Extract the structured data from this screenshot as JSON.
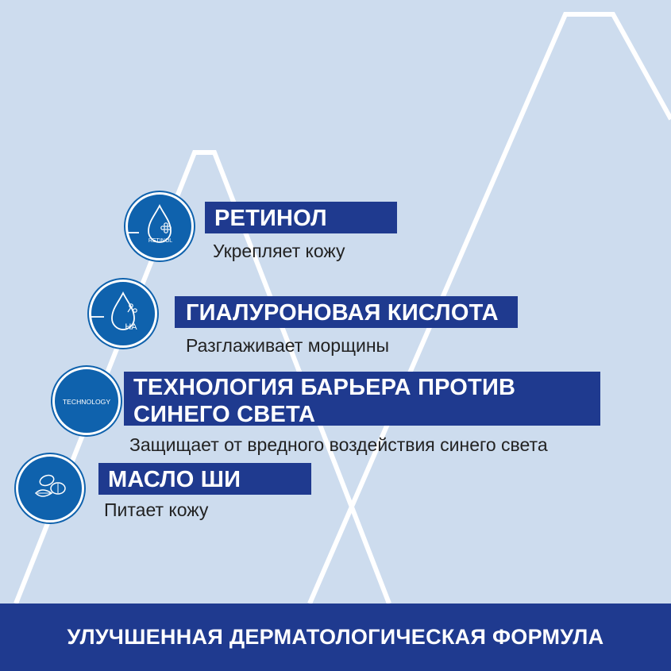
{
  "colors": {
    "background": "#cddcee",
    "bar": "#1f3a8f",
    "icon": "#0f62ad",
    "text": "#222222"
  },
  "features": [
    {
      "title": "РЕТИНОЛ",
      "subtitle": "Укрепляет кожу",
      "icon": "retinol-drop-icon",
      "icon_text": "RETINOL"
    },
    {
      "title": "ГИАЛУРОНОВАЯ КИСЛОТА",
      "subtitle": "Разглаживает морщины",
      "icon": "hyaluronic-drop-icon",
      "icon_text": "HA"
    },
    {
      "title": "ТЕХНОЛОГИЯ БАРЬЕРА ПРОТИВ\nСИНЕГО СВЕТА",
      "subtitle": "Защищает от вредного воздействия синего света",
      "icon": "technology-icon",
      "icon_text": "TECHNOLOGY"
    },
    {
      "title": "МАСЛО ШИ",
      "subtitle": "Питает кожу",
      "icon": "shea-nut-icon"
    }
  ],
  "footer": {
    "text": "УЛУЧШЕННАЯ ДЕРМАТОЛОГИЧЕСКАЯ ФОРМУЛА"
  }
}
